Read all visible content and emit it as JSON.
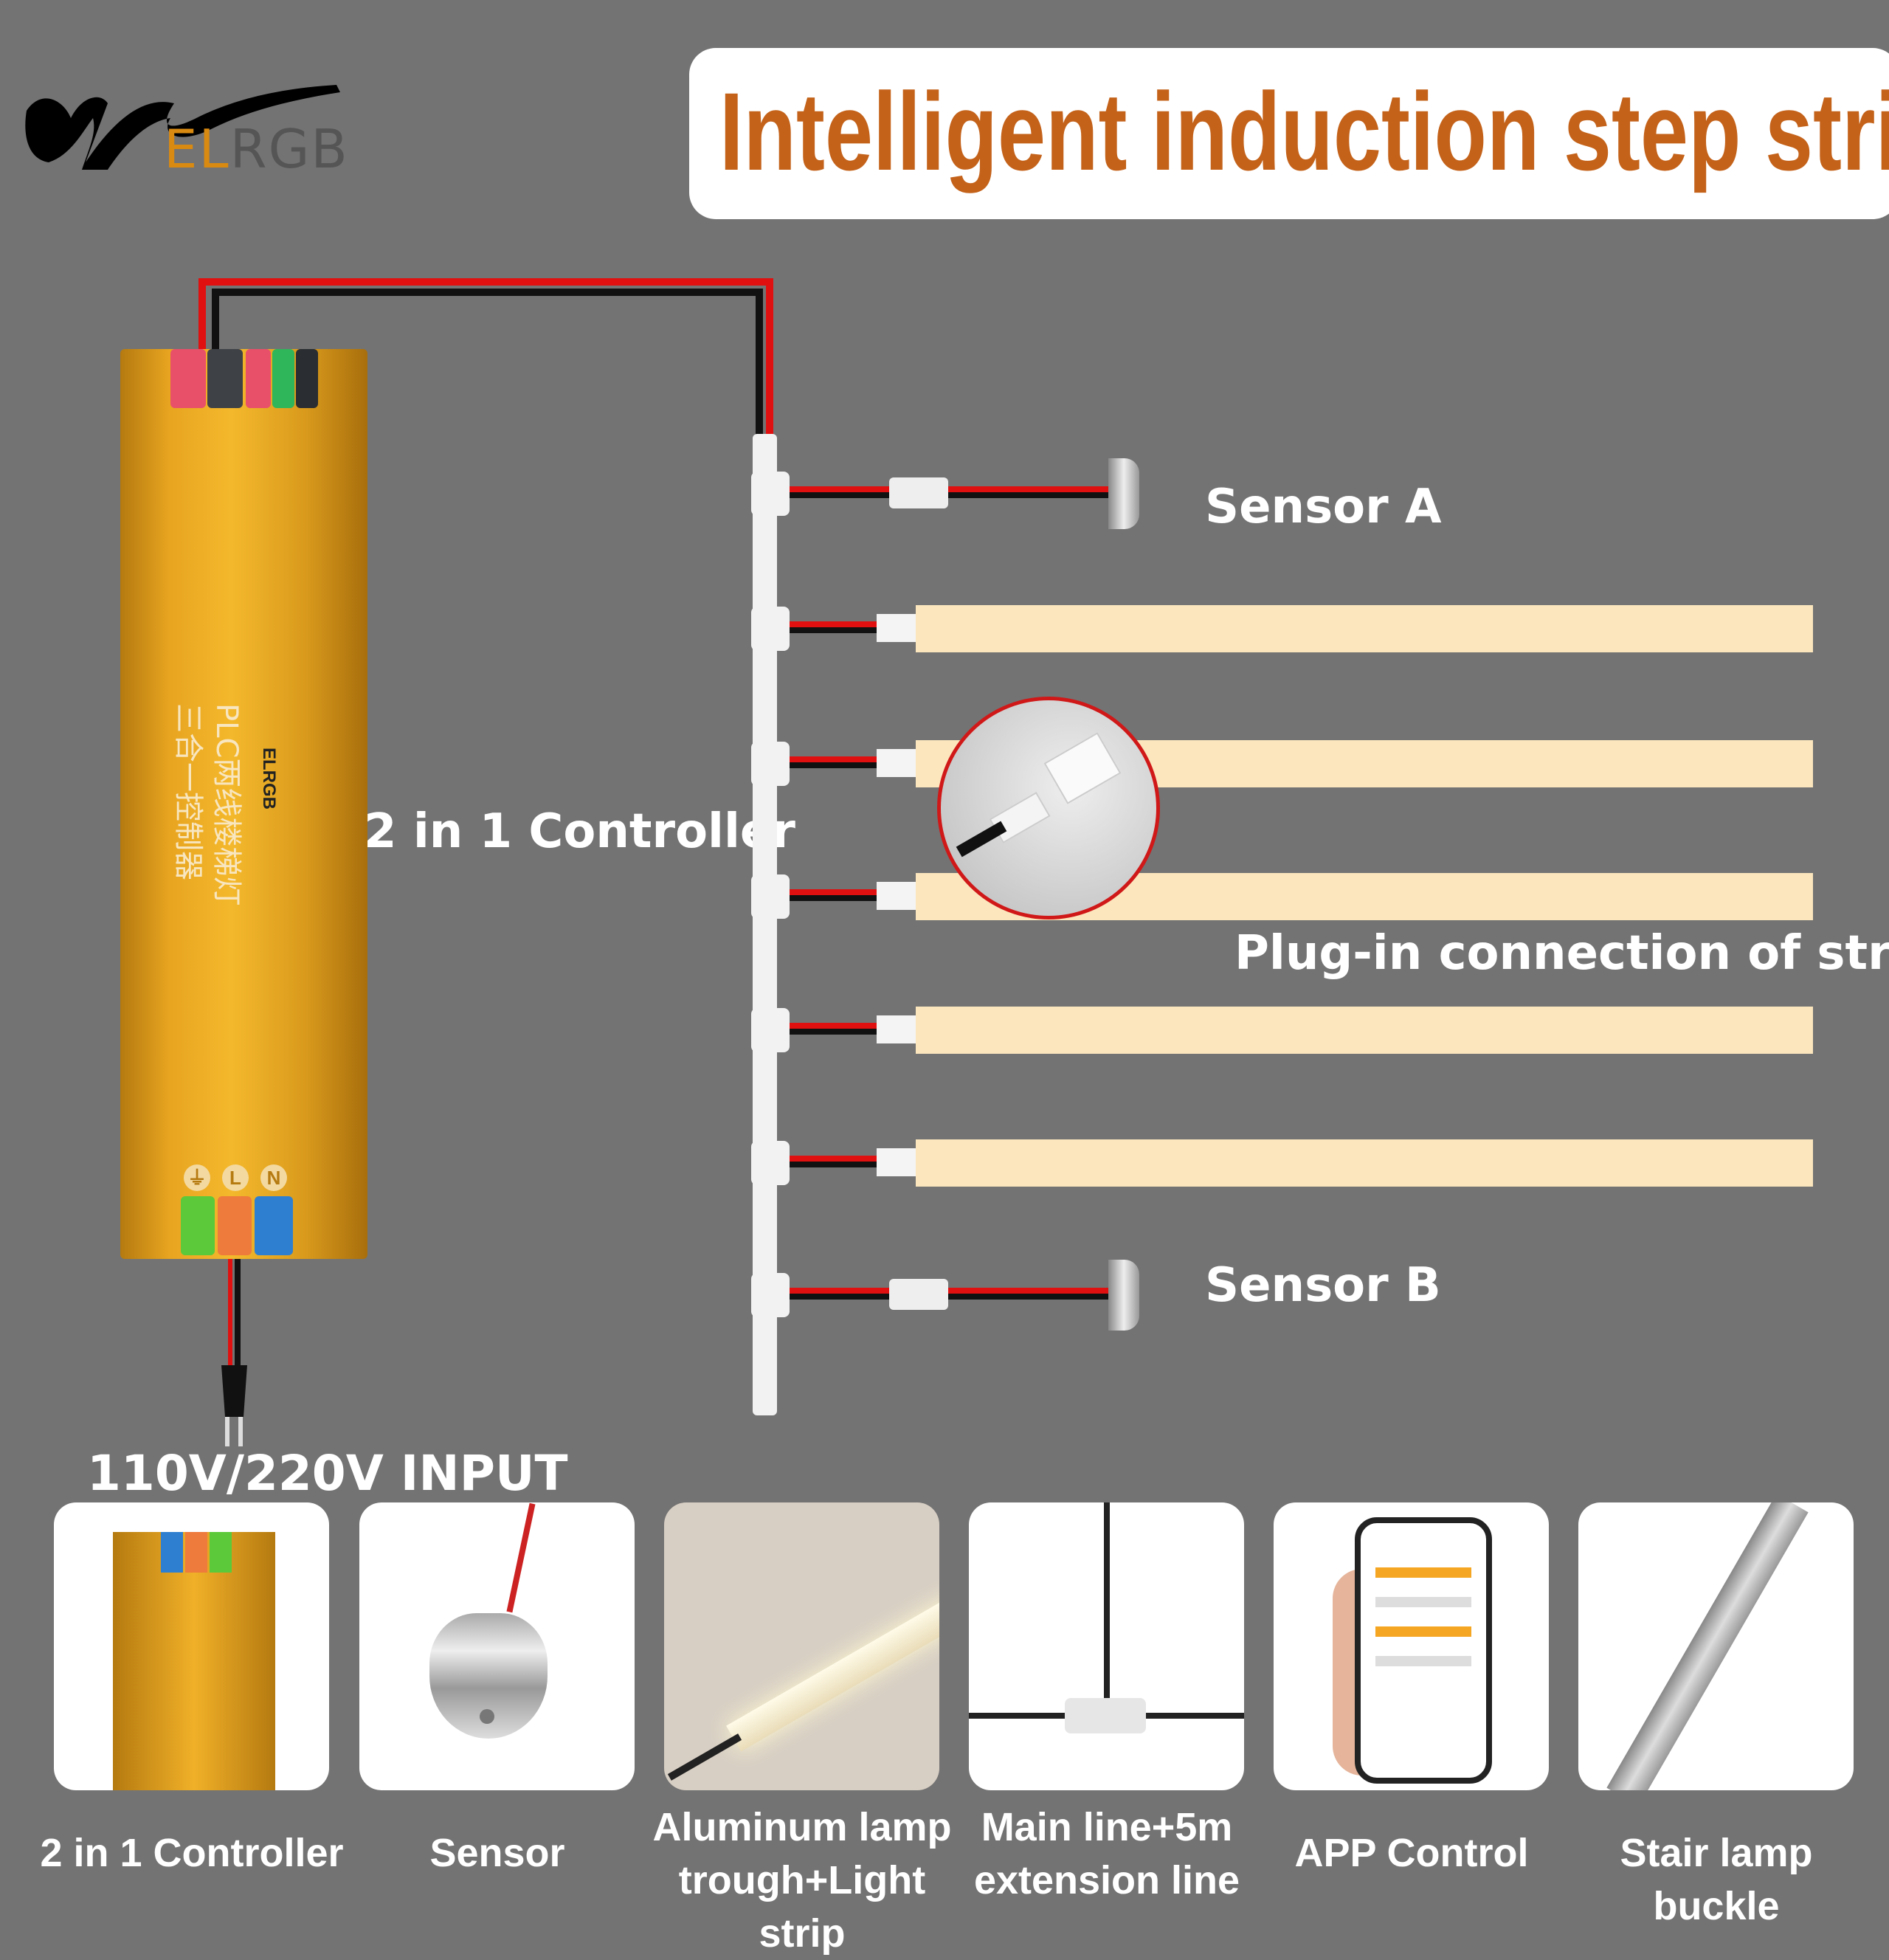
{
  "logo": {
    "mark": "W",
    "text_el": "EL",
    "text_rgb": "RGB"
  },
  "title": "Intelligent induction step strip",
  "controller": {
    "label": "2 in 1 Controller",
    "product_text_line1": "PLC两线楼梯灯",
    "product_text_line2": "三合一控制器",
    "logo_text": "ELRGB",
    "terminal_labels": [
      "⏚",
      "L",
      "N"
    ]
  },
  "diagram": {
    "branches": [
      "sensor",
      "strip",
      "strip",
      "strip",
      "strip",
      "strip",
      "sensor"
    ],
    "sensor_a": "Sensor A",
    "sensor_b": "Sensor B",
    "plug_in_label": "Plug-in connection of strip",
    "input_label": "110V/220V INPUT",
    "colors": {
      "strip": "#fbe6bd",
      "wire_red": "#e01010",
      "wire_black": "#111111",
      "title": "#c4621a"
    }
  },
  "products": [
    {
      "caption": "2 in 1 Controller",
      "icon": "controller-photo"
    },
    {
      "caption": "Sensor",
      "icon": "sensor-photo"
    },
    {
      "caption": "Aluminum lamp trough+Light strip",
      "icon": "aluminum-trough-photo"
    },
    {
      "caption": "Main line+5m extension line",
      "icon": "t-connector-photo"
    },
    {
      "caption": "APP Control",
      "icon": "phone-app-photo"
    },
    {
      "caption": "Stair lamp buckle",
      "icon": "stair-buckle-photo"
    }
  ]
}
